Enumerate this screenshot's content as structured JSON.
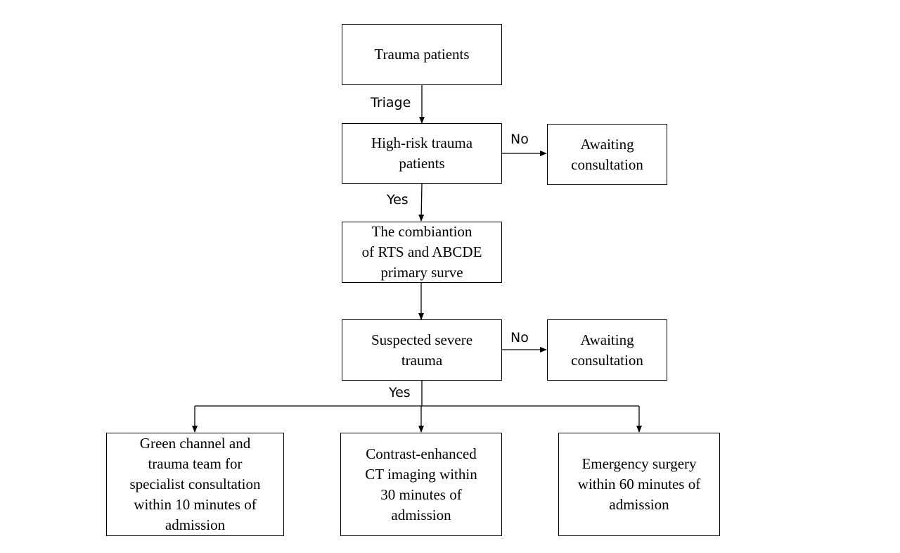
{
  "flowchart": {
    "nodes": {
      "trauma_patients": "Trauma patients",
      "high_risk": "High-risk trauma\npatients",
      "awaiting_1": "Awaiting\nconsultation",
      "combination": "The combiantion\nof RTS and ABCDE\nprimary surve",
      "suspected_severe": "Suspected severe\ntrauma",
      "awaiting_2": "Awaiting\nconsultation",
      "green_channel": "Green channel and\ntrauma team for\nspecialist consultation\nwithin 10 minutes of\nadmission",
      "ct_imaging": "Contrast-enhanced\nCT imaging within\n30 minutes of\nadmission",
      "emergency_surgery": "Emergency surgery\nwithin 60 minutes of\nadmission"
    },
    "edge_labels": {
      "triage": "Triage",
      "no_1": "No",
      "yes_1": "Yes",
      "no_2": "No",
      "yes_2": "Yes"
    },
    "colors": {
      "line": "#000000",
      "box_border": "#000000",
      "background": "#ffffff"
    }
  }
}
